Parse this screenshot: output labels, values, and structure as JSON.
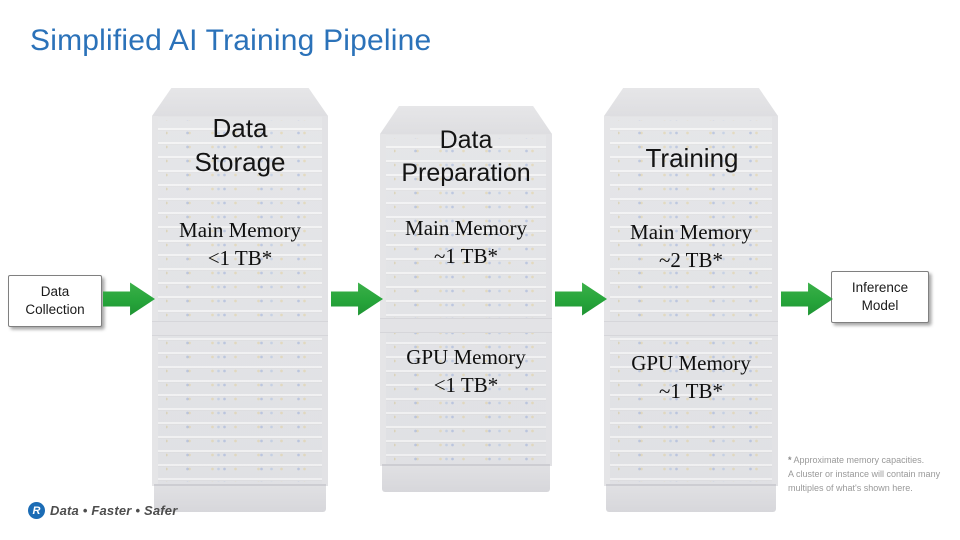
{
  "slide": {
    "title": "Simplified AI Training Pipeline"
  },
  "pipeline": {
    "input_label": "Data\nCollection",
    "output_label": "Inference\nModel",
    "stages": [
      {
        "name": "Data\nStorage",
        "specs": [
          {
            "label": "Main Memory",
            "value": "<1 TB*"
          }
        ]
      },
      {
        "name": "Data\nPreparation",
        "specs": [
          {
            "label": "Main Memory",
            "value": "~1 TB*"
          },
          {
            "label": "GPU Memory",
            "value": "<1 TB*"
          }
        ]
      },
      {
        "name": "Training",
        "specs": [
          {
            "label": "Main Memory",
            "value": "~2 TB*"
          },
          {
            "label": "GPU Memory",
            "value": "~1 TB*"
          }
        ]
      }
    ]
  },
  "footnote": {
    "star": "*",
    "lines": [
      "Approximate memory capacities.",
      "A cluster or instance will contain many",
      "multiples of what's shown here."
    ]
  },
  "logo": {
    "mark": "R",
    "text": "Data • Faster • Safer"
  },
  "colors": {
    "title": "#2B72B9",
    "arrow_green": "#27A53B",
    "logo_blue": "#1B6CB5"
  }
}
